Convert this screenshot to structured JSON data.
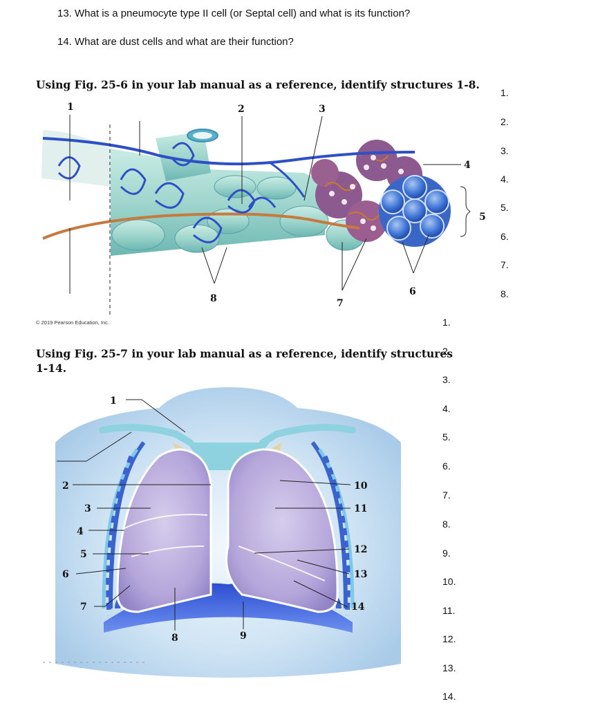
{
  "questions": {
    "q13": "13. What is a pneumocyte type II cell (or Septal cell) and what is its function?",
    "q14": "14. What are dust cells and what are their function?"
  },
  "section1": {
    "heading": "Using Fig. 25-6 in your lab manual as a reference, identify structures 1-8.",
    "copyright": "© 2019 Pearson Education, Inc.",
    "labels": [
      "1",
      "2",
      "3",
      "4",
      "5",
      "6",
      "7",
      "8"
    ],
    "answer_numbers": [
      "1.",
      "2.",
      "3.",
      "4.",
      "5.",
      "6.",
      "7.",
      "8."
    ]
  },
  "section2": {
    "heading_line1": "Using Fig. 25-7 in your lab manual as a reference, identify structures",
    "heading_line2": "1-14.",
    "labels": [
      "1",
      "2",
      "3",
      "4",
      "5",
      "6",
      "7",
      "8",
      "9",
      "10",
      "11",
      "12",
      "13",
      "14"
    ],
    "answer_numbers": [
      "1.",
      "2.",
      "3.",
      "4.",
      "5.",
      "6.",
      "7.",
      "8.",
      "9.",
      "10.",
      "11.",
      "12.",
      "13.",
      "14."
    ]
  }
}
